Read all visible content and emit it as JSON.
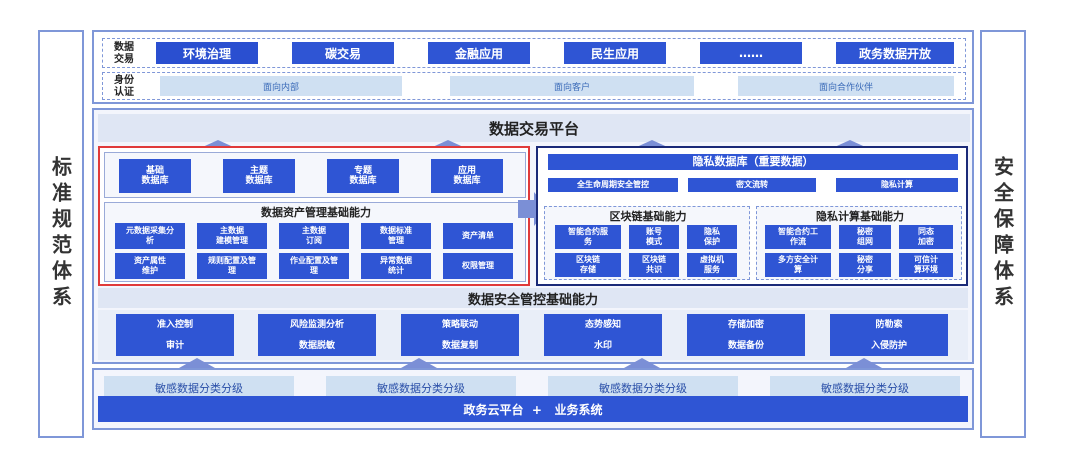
{
  "side": {
    "left": "标准规范体系",
    "right": "安全保障体系"
  },
  "top": {
    "row1_label": "数据\n交易",
    "scenarios": [
      "环境治理",
      "碳交易",
      "金融应用",
      "民生应用",
      "……",
      "政务数据开放"
    ],
    "row2_label": "身份\n认证",
    "auth": [
      "面向内部",
      "面向客户",
      "面向合作伙伴"
    ]
  },
  "platform": {
    "title": "数据交易平台"
  },
  "left_panel": {
    "databases": [
      "基础\n数据库",
      "主题\n数据库",
      "专题\n数据库",
      "应用\n数据库"
    ],
    "asset_title": "数据资产管理基础能力",
    "assets": [
      "元数据采集分\n析",
      "主数据\n建模管理",
      "主数据\n订阅",
      "数据标准\n管理",
      "资产清单",
      "资产属性\n维护",
      "规则配置及管\n理",
      "作业配置及管\n理",
      "异常数据\n统计",
      "权限管理"
    ]
  },
  "right_panel": {
    "privacy_db_title": "隐私数据库（重要数据）",
    "privacy_db_items": [
      "全生命周期安全管控",
      "密文流转",
      "隐私计算"
    ],
    "blockchain_title": "区块链基础能力",
    "blockchain_items": [
      "智能合约服\n务",
      "账号\n模式",
      "隐私\n保护",
      "区块链\n存储",
      "区块链\n共识",
      "虚拟机\n服务"
    ],
    "privacy_compute_title": "隐私计算基础能力",
    "privacy_compute_items": [
      "智能合约工\n作流",
      "秘密\n组网",
      "同态\n加密",
      "多方安全计\n算",
      "秘密\n分享",
      "可信计\n算环境"
    ]
  },
  "security": {
    "title": "数据安全管控基础能力",
    "items": [
      {
        "top": "准入控制",
        "bottom": "审计"
      },
      {
        "top": "风险监测分析",
        "bottom": "数据脱敏"
      },
      {
        "top": "策略联动",
        "bottom": "数据复制"
      },
      {
        "top": "态势感知",
        "bottom": "水印"
      },
      {
        "top": "存储加密",
        "bottom": "数据备份"
      },
      {
        "top": "防勒索",
        "bottom": "入侵防护"
      }
    ]
  },
  "bottom": {
    "classify": [
      "敏感数据分类分级",
      "敏感数据分类分级",
      "敏感数据分类分级",
      "敏感数据分类分级"
    ],
    "base": "政务云平台  +   业务系统"
  }
}
